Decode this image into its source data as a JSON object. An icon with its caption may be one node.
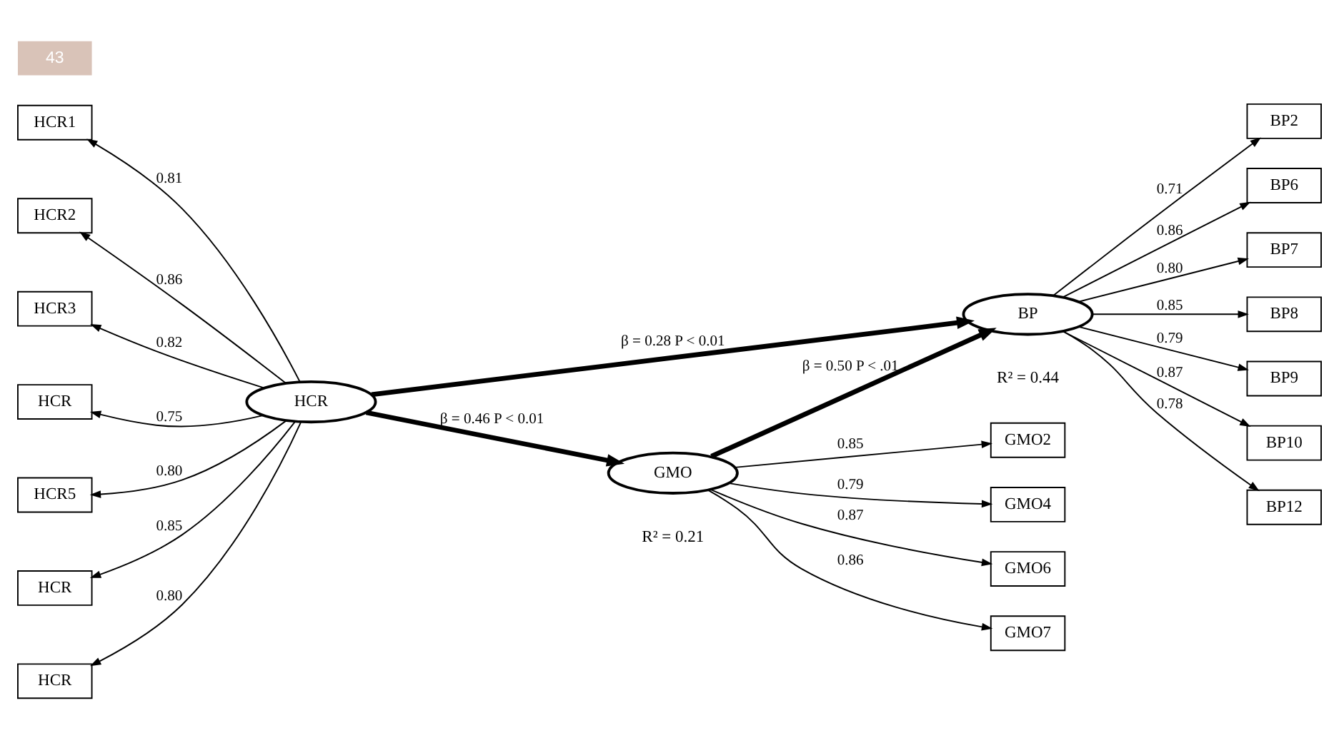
{
  "diagram": {
    "nodes": [
      {
        "text": [
          "HCR1"
        ]
      },
      {
        "text": [
          "HCR2"
        ]
      },
      {
        "text": [
          "HCR3"
        ]
      },
      {
        "text": [
          "HCR"
        ]
      },
      {
        "text": [
          "HCR5"
        ]
      },
      {
        "text": [
          "HCR"
        ]
      },
      {
        "text": [
          "HCR"
        ]
      },
      {
        "text": [
          "HCR"
        ]
      },
      {
        "text": [
          "BP"
        ],
        "beside": [
          "R² = 0.44"
        ]
      },
      {
        "text": [
          "GMO"
        ],
        "beside": [
          "R² = 0.21"
        ]
      },
      {
        "text": [
          "BP2"
        ]
      },
      {
        "text": [
          "BP6"
        ]
      },
      {
        "text": [
          "BP7"
        ]
      },
      {
        "text": [
          "BP8"
        ]
      },
      {
        "text": [
          "BP9"
        ]
      },
      {
        "text": [
          "BP10"
        ]
      },
      {
        "text": [
          "BP12"
        ]
      },
      {
        "text": [
          "GMO2"
        ]
      },
      {
        "text": [
          "GMO4"
        ]
      },
      {
        "text": [
          "GMO6"
        ]
      },
      {
        "text": [
          "GMO7"
        ]
      }
    ],
    "edges": [
      {
        "from": 7,
        "to": 0,
        "arrow": "to",
        "label": "0.81"
      },
      {
        "from": 7,
        "to": 1,
        "arrow": "to",
        "label": "0.86"
      },
      {
        "from": 7,
        "to": 2,
        "arrow": "to",
        "label": "0.82"
      },
      {
        "from": 7,
        "to": 3,
        "arrow": "to",
        "label": "0.75"
      },
      {
        "from": 7,
        "to": 4,
        "arrow": "to",
        "label": "0.80"
      },
      {
        "from": 7,
        "to": 5,
        "arrow": "to",
        "label": "0.85"
      },
      {
        "from": 7,
        "to": 6,
        "arrow": "to",
        "label": "0.80"
      },
      {
        "from": 7,
        "to": 8,
        "arrow": "to",
        "label": "β = 0.28 P < 0.01",
        "style": "thick"
      },
      {
        "from": 7,
        "to": 9,
        "arrow": "to",
        "label": "β = 0.46 P < 0.01",
        "style": "thick"
      },
      {
        "from": 9,
        "to": 8,
        "arrow": "to",
        "label": "β = 0.50 P < .01",
        "style": "thick"
      },
      {
        "from": 8,
        "to": 10,
        "arrow": "to",
        "label": "0.71"
      },
      {
        "from": 8,
        "to": 11,
        "arrow": "to",
        "label": "0.86"
      },
      {
        "from": 8,
        "to": 12,
        "arrow": "to",
        "label": "0.80"
      },
      {
        "from": 8,
        "to": 13,
        "arrow": "to",
        "label": "0.85"
      },
      {
        "from": 8,
        "to": 14,
        "arrow": "to",
        "label": "0.79"
      },
      {
        "from": 8,
        "to": 15,
        "arrow": "to",
        "label": "0.87"
      },
      {
        "from": 8,
        "to": 16,
        "arrow": "to",
        "label": "0.78"
      },
      {
        "from": 9,
        "to": 17,
        "arrow": "to",
        "label": "0.85"
      },
      {
        "from": 9,
        "to": 18,
        "arrow": "to",
        "label": "0.79"
      },
      {
        "from": 9,
        "to": 19,
        "arrow": "to",
        "label": "0.87"
      },
      {
        "from": 9,
        "to": 20,
        "arrow": "to",
        "label": "0.86"
      }
    ],
    "labels": [
      "43"
    ]
  }
}
